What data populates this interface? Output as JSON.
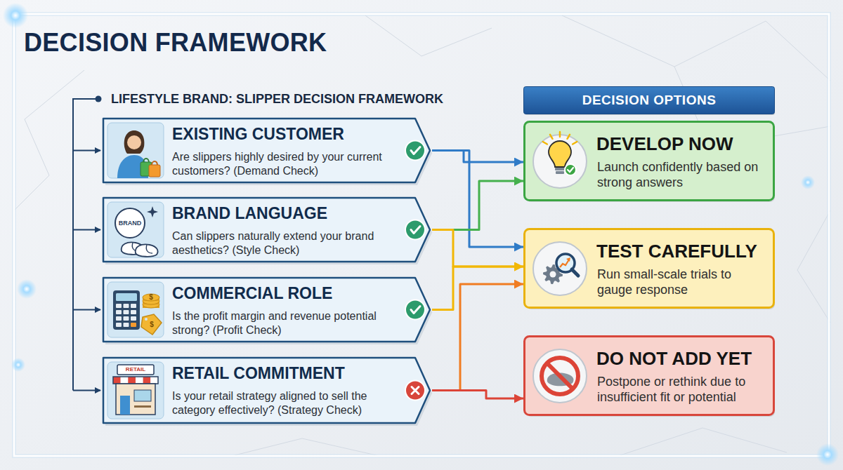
{
  "diagram": {
    "title": "DECISION FRAMEWORK",
    "nodes": [
      {
        "text": [
          "EXISTING CUSTOMER",
          "Are slippers highly desired by your current customers? (Demand Check)"
        ]
      },
      {
        "text": [
          "BRAND LANGUAGE",
          "Can slippers naturally extend your brand aesthetics? (Style Check)"
        ]
      },
      {
        "text": [
          "COMMERCIAL ROLE",
          "Is the profit margin and revenue potential strong? (Profit Check)"
        ]
      },
      {
        "text": [
          "RETAIL COMMITMENT",
          "Is your retail strategy aligned to sell the category effectively? (Strategy Check)"
        ]
      },
      {
        "text": [
          "DECISION OPTIONS"
        ]
      },
      {
        "text": [
          "DEVELOP NOW",
          "Launch confidently based on strong answers"
        ]
      },
      {
        "text": [
          "TEST CAREFULLY",
          "Run small-scale trials to gauge response"
        ]
      },
      {
        "text": [
          "DO NOT ADD YET",
          "Postpone or rethink due to insufficient fit or potential"
        ]
      }
    ],
    "edges": [
      {
        "from": 0,
        "to": 5,
        "arrow": "to"
      },
      {
        "from": 0,
        "to": 6,
        "arrow": "to"
      },
      {
        "from": 1,
        "to": 5,
        "arrow": "to"
      },
      {
        "from": 1,
        "to": 6,
        "arrow": "to"
      },
      {
        "from": 2,
        "to": 6,
        "arrow": "to"
      },
      {
        "from": 3,
        "to": 6,
        "arrow": "to"
      },
      {
        "from": 3,
        "to": 7,
        "arrow": "to"
      }
    ],
    "labels": [
      "LIFESTYLE BRAND: SLIPPER DECISION FRAMEWORK",
      "BRAND",
      "RETAIL",
      "$",
      "$"
    ]
  }
}
